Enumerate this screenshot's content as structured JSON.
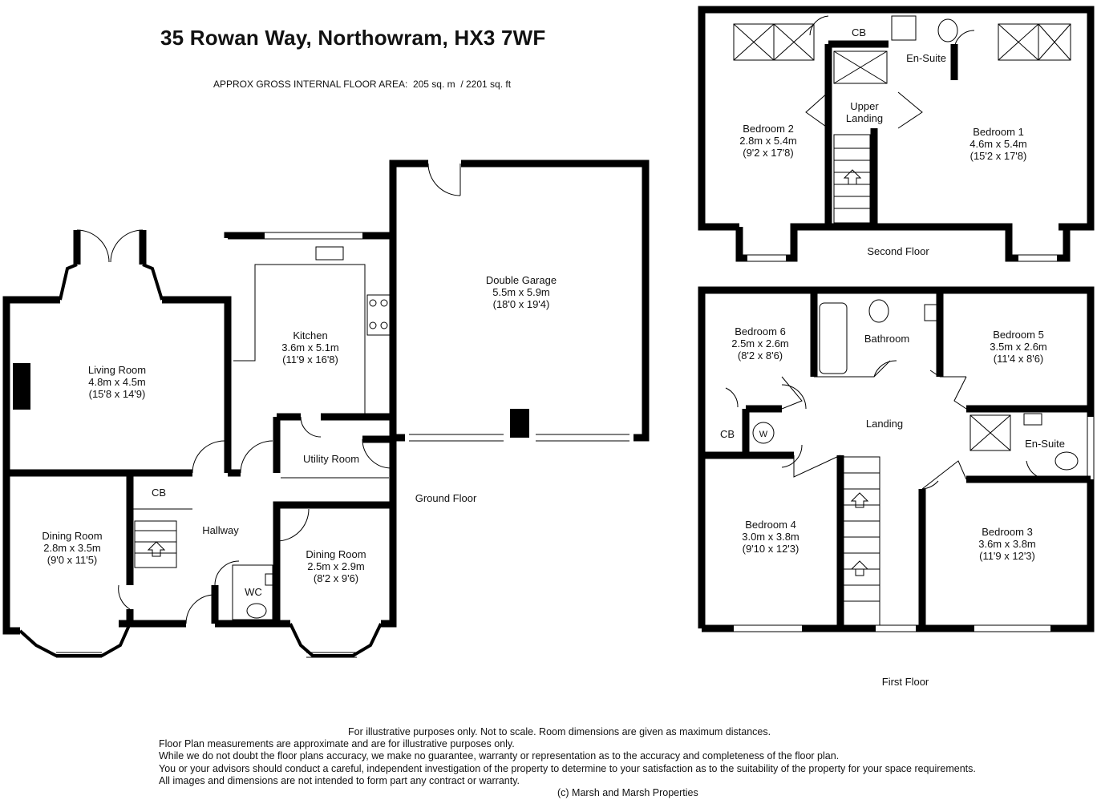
{
  "title": "35 Rowan Way, Northowram, HX3 7WF",
  "area_label": "APPROX GROSS INTERNAL FLOOR AREA:",
  "area_sqm": "205 sq. m",
  "area_sqft": "/ 2201 sq. ft",
  "floors": {
    "ground": {
      "label": "Ground Floor",
      "rooms": [
        {
          "name": "Living Room",
          "metric": "4.8m x 4.5m",
          "imperial": "(15'8 x 14'9)"
        },
        {
          "name": "Kitchen",
          "metric": "3.6m x 5.1m",
          "imperial": "(11'9 x 16'8)"
        },
        {
          "name": "Double Garage",
          "metric": "5.5m x 5.9m",
          "imperial": "(18'0 x 19'4)"
        },
        {
          "name": "Utility Room"
        },
        {
          "name": "Dining Room",
          "metric": "2.8m x 3.5m",
          "imperial": "(9'0 x 11'5)"
        },
        {
          "name": "Dining Room",
          "metric": "2.5m x 2.9m",
          "imperial": "(8'2 x 9'6)"
        },
        {
          "name": "Hallway"
        },
        {
          "name": "CB"
        },
        {
          "name": "WC"
        }
      ]
    },
    "second": {
      "label": "Second Floor",
      "rooms": [
        {
          "name": "Bedroom 2",
          "metric": "2.8m x 5.4m",
          "imperial": "(9'2 x 17'8)"
        },
        {
          "name": "Bedroom 1",
          "metric": "4.6m x 5.4m",
          "imperial": "(15'2 x 17'8)"
        },
        {
          "name": "CB"
        },
        {
          "name": "En-Suite"
        },
        {
          "name": "Upper",
          "name2": "Landing"
        }
      ]
    },
    "first": {
      "label": "First Floor",
      "rooms": [
        {
          "name": "Bedroom 6",
          "metric": "2.5m x 2.6m",
          "imperial": "(8'2 x 8'6)"
        },
        {
          "name": "Bathroom"
        },
        {
          "name": "Bedroom 5",
          "metric": "3.5m x 2.6m",
          "imperial": "(11'4 x 8'6)"
        },
        {
          "name": "Landing"
        },
        {
          "name": "CB"
        },
        {
          "name": "En-Suite"
        },
        {
          "name": "Bedroom 4",
          "metric": "3.0m x 3.8m",
          "imperial": "(9'10 x 12'3)"
        },
        {
          "name": "Bedroom 3",
          "metric": "3.6m x 3.8m",
          "imperial": "(11'9 x 12'3)"
        },
        {
          "name": "W"
        }
      ]
    }
  },
  "disclaimer": [
    "For illustrative purposes only.  Not to scale.  Room dimensions are given as maximum distances.",
    "Floor Plan measurements are approximate and are for illustrative purposes only.",
    "While we do not doubt the floor plans accuracy, we make no guarantee, warranty or representation as to the accuracy and completeness of the floor plan.",
    "You or your advisors should conduct a careful, independent investigation of the property to determine to your satisfaction as to the suitability of the property for your space requirements.",
    " All images and dimensions are not intended to form part any contract or warranty."
  ],
  "copyright": "(c) Marsh and Marsh Properties"
}
